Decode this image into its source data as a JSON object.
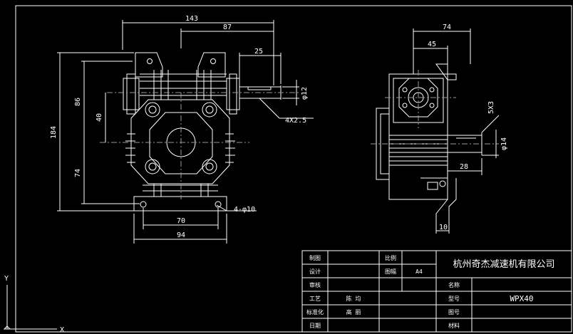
{
  "colors": {
    "background": "#000000",
    "linework": "#ffffff",
    "hidden_lines": "#9a9a9a"
  },
  "front_view": {
    "dims": {
      "overall_width": "143",
      "center_to_right": "87",
      "shaft_length": "25",
      "shaft_diameter": "φ12",
      "overall_height": "184",
      "upper_to_center": "86",
      "center_offset": "40",
      "lower_to_center": "74",
      "base_hole_span": "70",
      "base_width": "94",
      "key_spec": "4X2.5",
      "mount_holes": "4-φ10"
    }
  },
  "side_view": {
    "dims": {
      "overall_depth": "74",
      "front_to_center": "45",
      "key_spec": "5X3",
      "shaft_diameter": "φ14",
      "shaft_length": "28",
      "flange_thickness": "10"
    }
  },
  "title_block": {
    "rows": [
      {
        "label": "制图",
        "value": ""
      },
      {
        "label": "设计",
        "value": ""
      },
      {
        "label": "审核",
        "value": ""
      },
      {
        "label": "工艺",
        "value": "陈 均"
      },
      {
        "label": "标准化",
        "value": "高 丽"
      },
      {
        "label": "日期",
        "value": ""
      }
    ],
    "scale_label": "比例",
    "drawing_label": "图幅",
    "sheet_size": "A4",
    "company": "杭州奇杰减速机有限公司",
    "name_label": "名称",
    "model_label": "型号",
    "model": "WPX40",
    "drawing_no_label": "图号",
    "material_label": "材料"
  },
  "ucs": {
    "x_label": "X",
    "y_label": "Y"
  }
}
